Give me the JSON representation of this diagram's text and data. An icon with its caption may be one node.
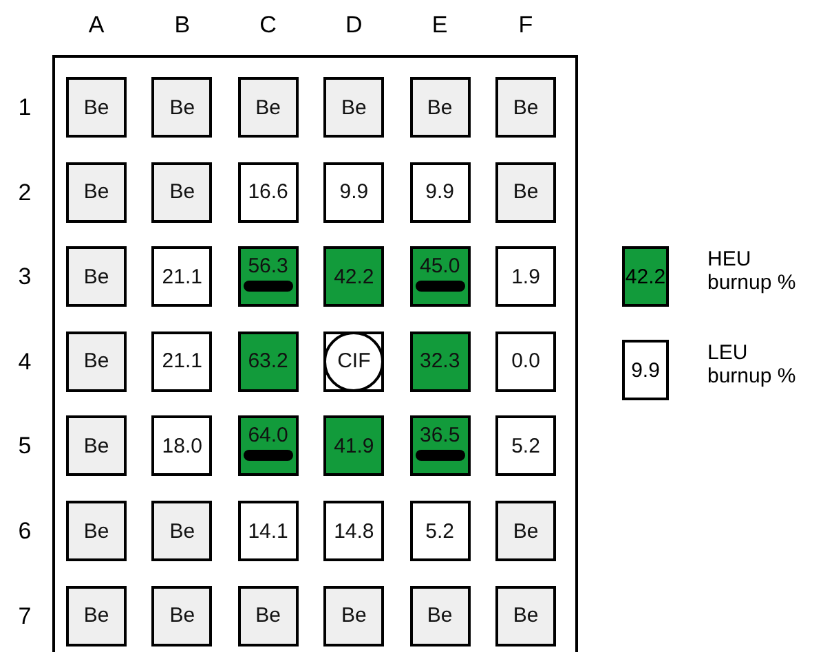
{
  "diagram": {
    "nodes": [
      {
        "text": [],
        "shape": "box"
      },
      {
        "text": [
          "Be"
        ],
        "in": 0
      },
      {
        "text": [
          "Be"
        ],
        "in": 0
      },
      {
        "text": [
          "Be"
        ],
        "in": 0
      },
      {
        "text": [
          "Be"
        ],
        "in": 0
      },
      {
        "text": [
          "Be"
        ],
        "in": 0
      },
      {
        "text": [
          "Be"
        ],
        "in": 0
      },
      {
        "text": [
          "Be"
        ],
        "in": 0
      },
      {
        "text": [
          "Be"
        ],
        "in": 0
      },
      {
        "text": [
          "16.6"
        ],
        "in": 0
      },
      {
        "text": [
          "9.9"
        ],
        "in": 0
      },
      {
        "text": [
          "9.9"
        ],
        "in": 0
      },
      {
        "text": [
          "Be"
        ],
        "in": 0
      },
      {
        "text": [
          "Be"
        ],
        "in": 0
      },
      {
        "text": [
          "21.1"
        ],
        "in": 0
      },
      {
        "text": [
          "56.3"
        ],
        "in": 0
      },
      {
        "text": [
          "42.2"
        ],
        "in": 0
      },
      {
        "text": [
          "45.0"
        ],
        "in": 0
      },
      {
        "text": [
          "1.9"
        ],
        "in": 0
      },
      {
        "text": [
          "Be"
        ],
        "in": 0
      },
      {
        "text": [
          "21.1"
        ],
        "in": 0
      },
      {
        "text": [
          "63.2"
        ],
        "in": 0
      },
      {
        "text": [
          "CIF"
        ],
        "in": 0
      },
      {
        "text": [
          "32.3"
        ],
        "in": 0
      },
      {
        "text": [
          "0.0"
        ],
        "in": 0
      },
      {
        "text": [
          "Be"
        ],
        "in": 0
      },
      {
        "text": [
          "18.0"
        ],
        "in": 0
      },
      {
        "text": [
          "64.0"
        ],
        "in": 0
      },
      {
        "text": [
          "41.9"
        ],
        "in": 0
      },
      {
        "text": [
          "36.5"
        ],
        "in": 0
      },
      {
        "text": [
          "5.2"
        ],
        "in": 0
      },
      {
        "text": [
          "Be"
        ],
        "in": 0
      },
      {
        "text": [
          "Be"
        ],
        "in": 0
      },
      {
        "text": [
          "14.1"
        ],
        "in": 0
      },
      {
        "text": [
          "14.8"
        ],
        "in": 0
      },
      {
        "text": [
          "5.2"
        ],
        "in": 0
      },
      {
        "text": [
          "Be"
        ],
        "in": 0
      },
      {
        "text": [
          "Be"
        ],
        "in": 0
      },
      {
        "text": [
          "Be"
        ],
        "in": 0
      },
      {
        "text": [
          "Be"
        ],
        "in": 0
      },
      {
        "text": [
          "Be"
        ],
        "in": 0
      },
      {
        "text": [
          "Be"
        ],
        "in": 0
      },
      {
        "text": [
          "Be"
        ],
        "in": 0
      }
    ],
    "labels": [
      "A",
      "B",
      "C",
      "D",
      "E",
      "F",
      "1",
      "2",
      "3",
      "4",
      "5",
      "6",
      "7",
      "42.2",
      "9.9"
    ],
    "legend": [
      {
        "text": "HEU burnup %",
        "color": "#129b3b"
      },
      {
        "text": "LEU burnup %",
        "color": "#ffffff"
      }
    ]
  }
}
